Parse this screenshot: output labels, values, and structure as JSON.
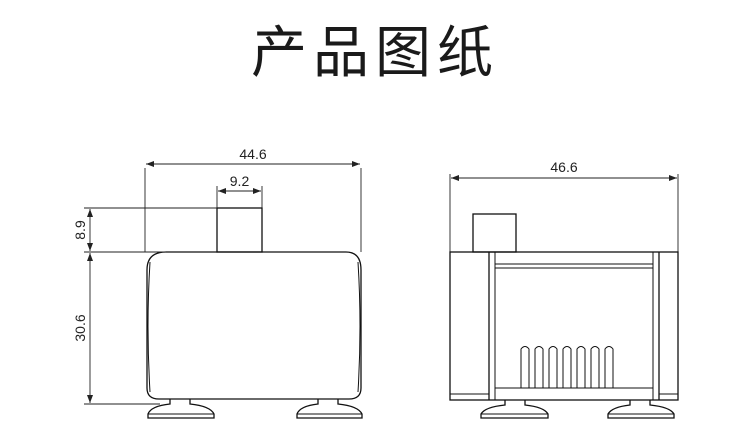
{
  "title": "产品图纸",
  "front_view": {
    "width_label": "44.6",
    "outlet_width_label": "9.2",
    "outlet_height_label": "8.9",
    "body_height_label": "30.6"
  },
  "side_view": {
    "width_label": "46.6"
  },
  "colors": {
    "line": "#111111",
    "background": "#ffffff"
  }
}
